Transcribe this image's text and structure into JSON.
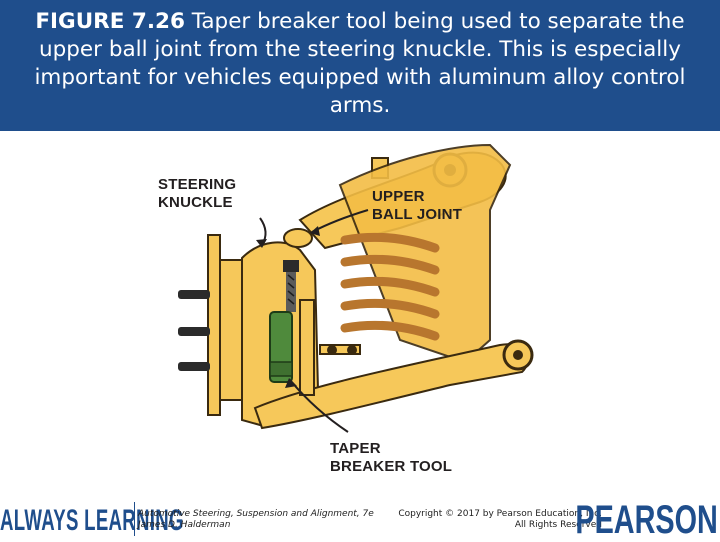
{
  "title": {
    "figure_label": "FIGURE 7.26",
    "caption": "Taper breaker tool being used to separate the upper ball joint from the steering knuckle. This is especially important for vehicles equipped with aluminum alloy control arms."
  },
  "figure": {
    "callouts": {
      "steering_knuckle": "STEERING\nKNUCKLE",
      "upper_ball_joint": "UPPER\nBALL JOINT",
      "taper_breaker_tool": "TAPER\nBREAKER TOOL"
    },
    "colors": {
      "part_fill": "#f6c85a",
      "part_stroke": "#3a2a10",
      "spring": "#b8762e",
      "tool": "#4f8a3c"
    }
  },
  "footer": {
    "brand_left": "ALWAYS LEARNING",
    "book_title": "Automotive Steering, Suspension and Alignment, 7e",
    "author": "James D. Halderman",
    "copyright_line1": "Copyright © 2017 by Pearson Education, Inc.",
    "copyright_line2": "All Rights Reserved",
    "brand_right": "PEARSON"
  }
}
